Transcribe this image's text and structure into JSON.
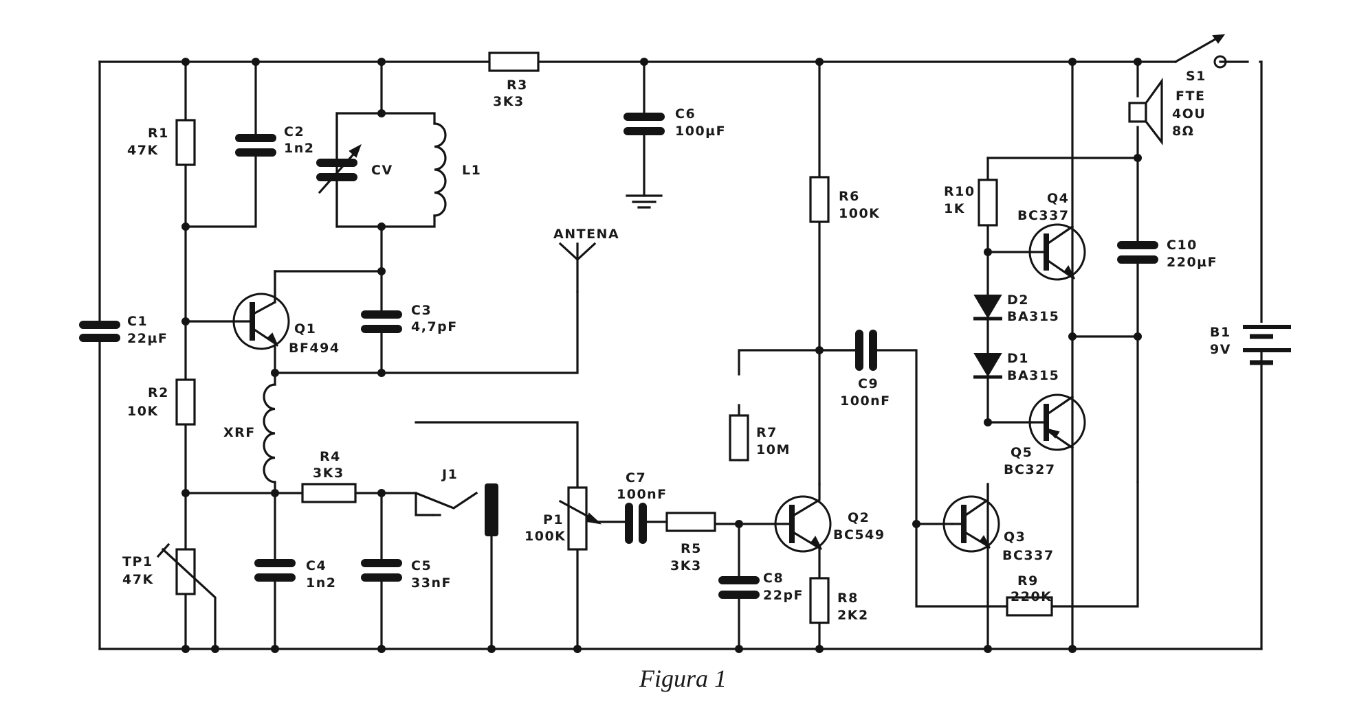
{
  "caption": "Figura 1",
  "components": {
    "S1": {
      "name": "S1"
    },
    "R1": {
      "name": "R1",
      "value": "47K"
    },
    "R2": {
      "name": "R2",
      "value": "10K"
    },
    "R3": {
      "name": "R3",
      "value": "3K3"
    },
    "R4": {
      "name": "R4",
      "value": "3K3"
    },
    "R5": {
      "name": "R5",
      "value": "3K3"
    },
    "R6": {
      "name": "R6",
      "value": "100K"
    },
    "R7": {
      "name": "R7",
      "value": "10M"
    },
    "R8": {
      "name": "R8",
      "value": "2K2"
    },
    "R9": {
      "name": "R9",
      "value": "220K"
    },
    "R10": {
      "name": "R10",
      "value": "1K"
    },
    "TP1": {
      "name": "TP1",
      "value": "47K"
    },
    "P1": {
      "name": "P1",
      "value": "100K"
    },
    "C1": {
      "name": "C1",
      "value": "22µF"
    },
    "C2": {
      "name": "C2",
      "value": "1n2"
    },
    "C3": {
      "name": "C3",
      "value": "4,7pF"
    },
    "C4": {
      "name": "C4",
      "value": "1n2"
    },
    "C5": {
      "name": "C5",
      "value": "33nF"
    },
    "C6": {
      "name": "C6",
      "value": "100µF"
    },
    "C7": {
      "name": "C7",
      "value": "100nF"
    },
    "C8": {
      "name": "C8",
      "value": "22pF"
    },
    "C9": {
      "name": "C9",
      "value": "100nF"
    },
    "C10": {
      "name": "C10",
      "value": "220µF"
    },
    "CV": {
      "name": "CV"
    },
    "L1": {
      "name": "L1"
    },
    "XRF": {
      "name": "XRF"
    },
    "ANTENA": {
      "name": "ANTENA"
    },
    "J1": {
      "name": "J1"
    },
    "Q1": {
      "name": "Q1",
      "value": "BF494"
    },
    "Q2": {
      "name": "Q2",
      "value": "BC549"
    },
    "Q3": {
      "name": "Q3",
      "value": "BC337"
    },
    "Q4": {
      "name": "Q4",
      "value": "BC337"
    },
    "Q5": {
      "name": "Q5",
      "value": "BC327"
    },
    "D1": {
      "name": "D1",
      "value": "BA315"
    },
    "D2": {
      "name": "D2",
      "value": "BA315"
    },
    "B1": {
      "name": "B1",
      "value": "9V"
    },
    "FTE": {
      "name": "FTE",
      "line2": "4OU",
      "line3": "8Ω"
    }
  }
}
